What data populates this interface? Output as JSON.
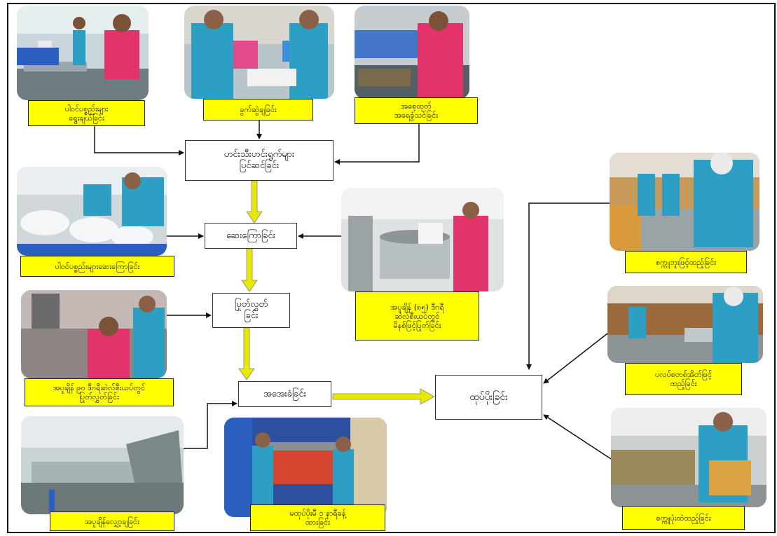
{
  "steps": {
    "sorting": "ဟင်းသီးဟင်းရွက်များ\nပြင်ဆင်ခြင်း",
    "washing": "ဆေးကြောခြင်း",
    "steaming": "ပြုတ်လွှတ်\nခြင်း",
    "packing": "အအေးခံခြင်း",
    "final": "ထုပ်ပိုးခြင်း"
  },
  "labels": {
    "p1": "ပါဝင်ပစ္စည်းများ\nရွေးချယ်ခြင်း",
    "p2": "ခွက်ဆွဲချခြင်း",
    "p3": "အစေ့ထုတ်\nအရေခွံသင်ခြင်း",
    "p4": "ပါဝင်ပစ္စည်းများဆေးကြောခြင်း",
    "p5": "အပူချိန် (၈၅) ဒီဂရီ\nဆဲလ်စီးယပ်တွင်\nမိနစ်ဖြင့်ပြုတ်ခြင်း",
    "p6": "အပူချိန် ၉၀ ဒီဂရီဆဲလ်စီးယပ်တွင်\nပြုတ်လွှတ်ခြင်း",
    "p7": "အပူချိန်လျှော့ချခြင်း",
    "p8": "မထုပ်ပိုးမီ ၁ နာရီခန့်\nထားခြင်း",
    "p9": "စက္ကူဘူးဖြင့်ထည့်ခြင်း",
    "p10": "ပလပ်စတစ်အိတ်ဖြင့်\nထည့်ခြင်း",
    "p11": "စက္ကူပုံးထဲထည့်ခြင်း"
  },
  "colors": {
    "label_bg": "#ffff00",
    "flow_arrow": "#e8e800",
    "connector": "#111111",
    "uniform": "#2e9fc4",
    "shirt_pink": "#e2336b"
  }
}
